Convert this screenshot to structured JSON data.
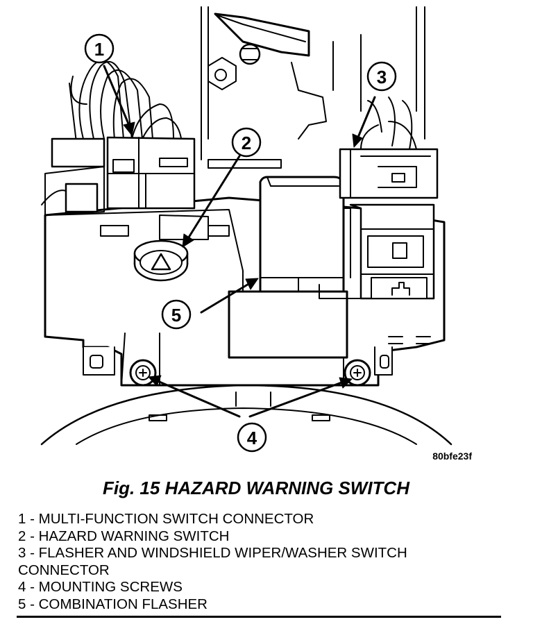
{
  "figure": {
    "image_code": "80bfe23f",
    "callouts": [
      "1",
      "2",
      "3",
      "4",
      "5"
    ]
  },
  "caption": "Fig. 15 HAZARD WARNING SWITCH",
  "legend": [
    {
      "number": "1",
      "text": " - MULTI-FUNCTION SWITCH CONNECTOR"
    },
    {
      "number": "2",
      "text": " - HAZARD WARNING SWITCH"
    },
    {
      "number": "3",
      "text": " - FLASHER AND WINDSHIELD WIPER/WASHER SWITCH"
    },
    {
      "number": "",
      "text": "CONNECTOR"
    },
    {
      "number": "4",
      "text": " - MOUNTING SCREWS"
    },
    {
      "number": "5",
      "text": " - COMBINATION FLASHER"
    }
  ]
}
